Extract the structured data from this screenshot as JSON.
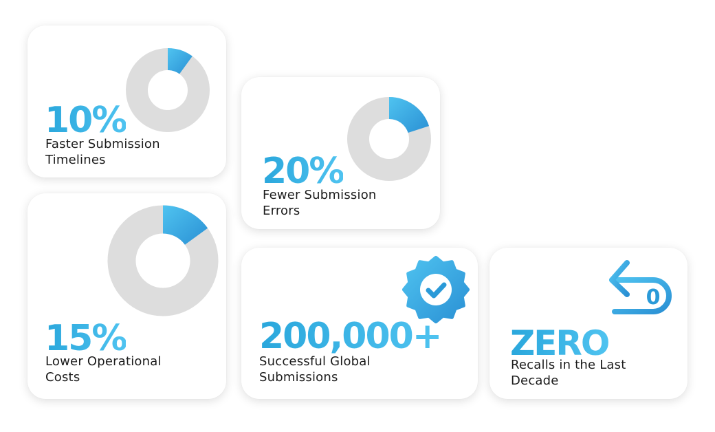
{
  "chart_data": [
    {
      "type": "pie",
      "value": 10,
      "headline": "10%",
      "label_line1": "Faster Submission",
      "label_line2": "Timelines"
    },
    {
      "type": "pie",
      "value": 20,
      "headline": "20%",
      "label_line1": "Fewer Submission",
      "label_line2": "Errors"
    },
    {
      "type": "pie",
      "value": 15,
      "headline": "15%",
      "label_line1": "Lower Operational",
      "label_line2": "Costs"
    }
  ],
  "stats": {
    "submissions": {
      "headline": "200,000+",
      "label_line1": "Successful Global",
      "label_line2": "Submissions",
      "icon": "verified-badge-icon"
    },
    "recalls": {
      "headline": "ZERO",
      "label_line1": "Recalls in the Last",
      "label_line2": "Decade",
      "icon": "undo-zero-icon",
      "icon_text": "0"
    }
  },
  "colors": {
    "accent_dark": "#2a9ad8",
    "accent_light": "#4fc3f0",
    "ring_grey": "#dddddd",
    "text": "#1b1b1b"
  }
}
